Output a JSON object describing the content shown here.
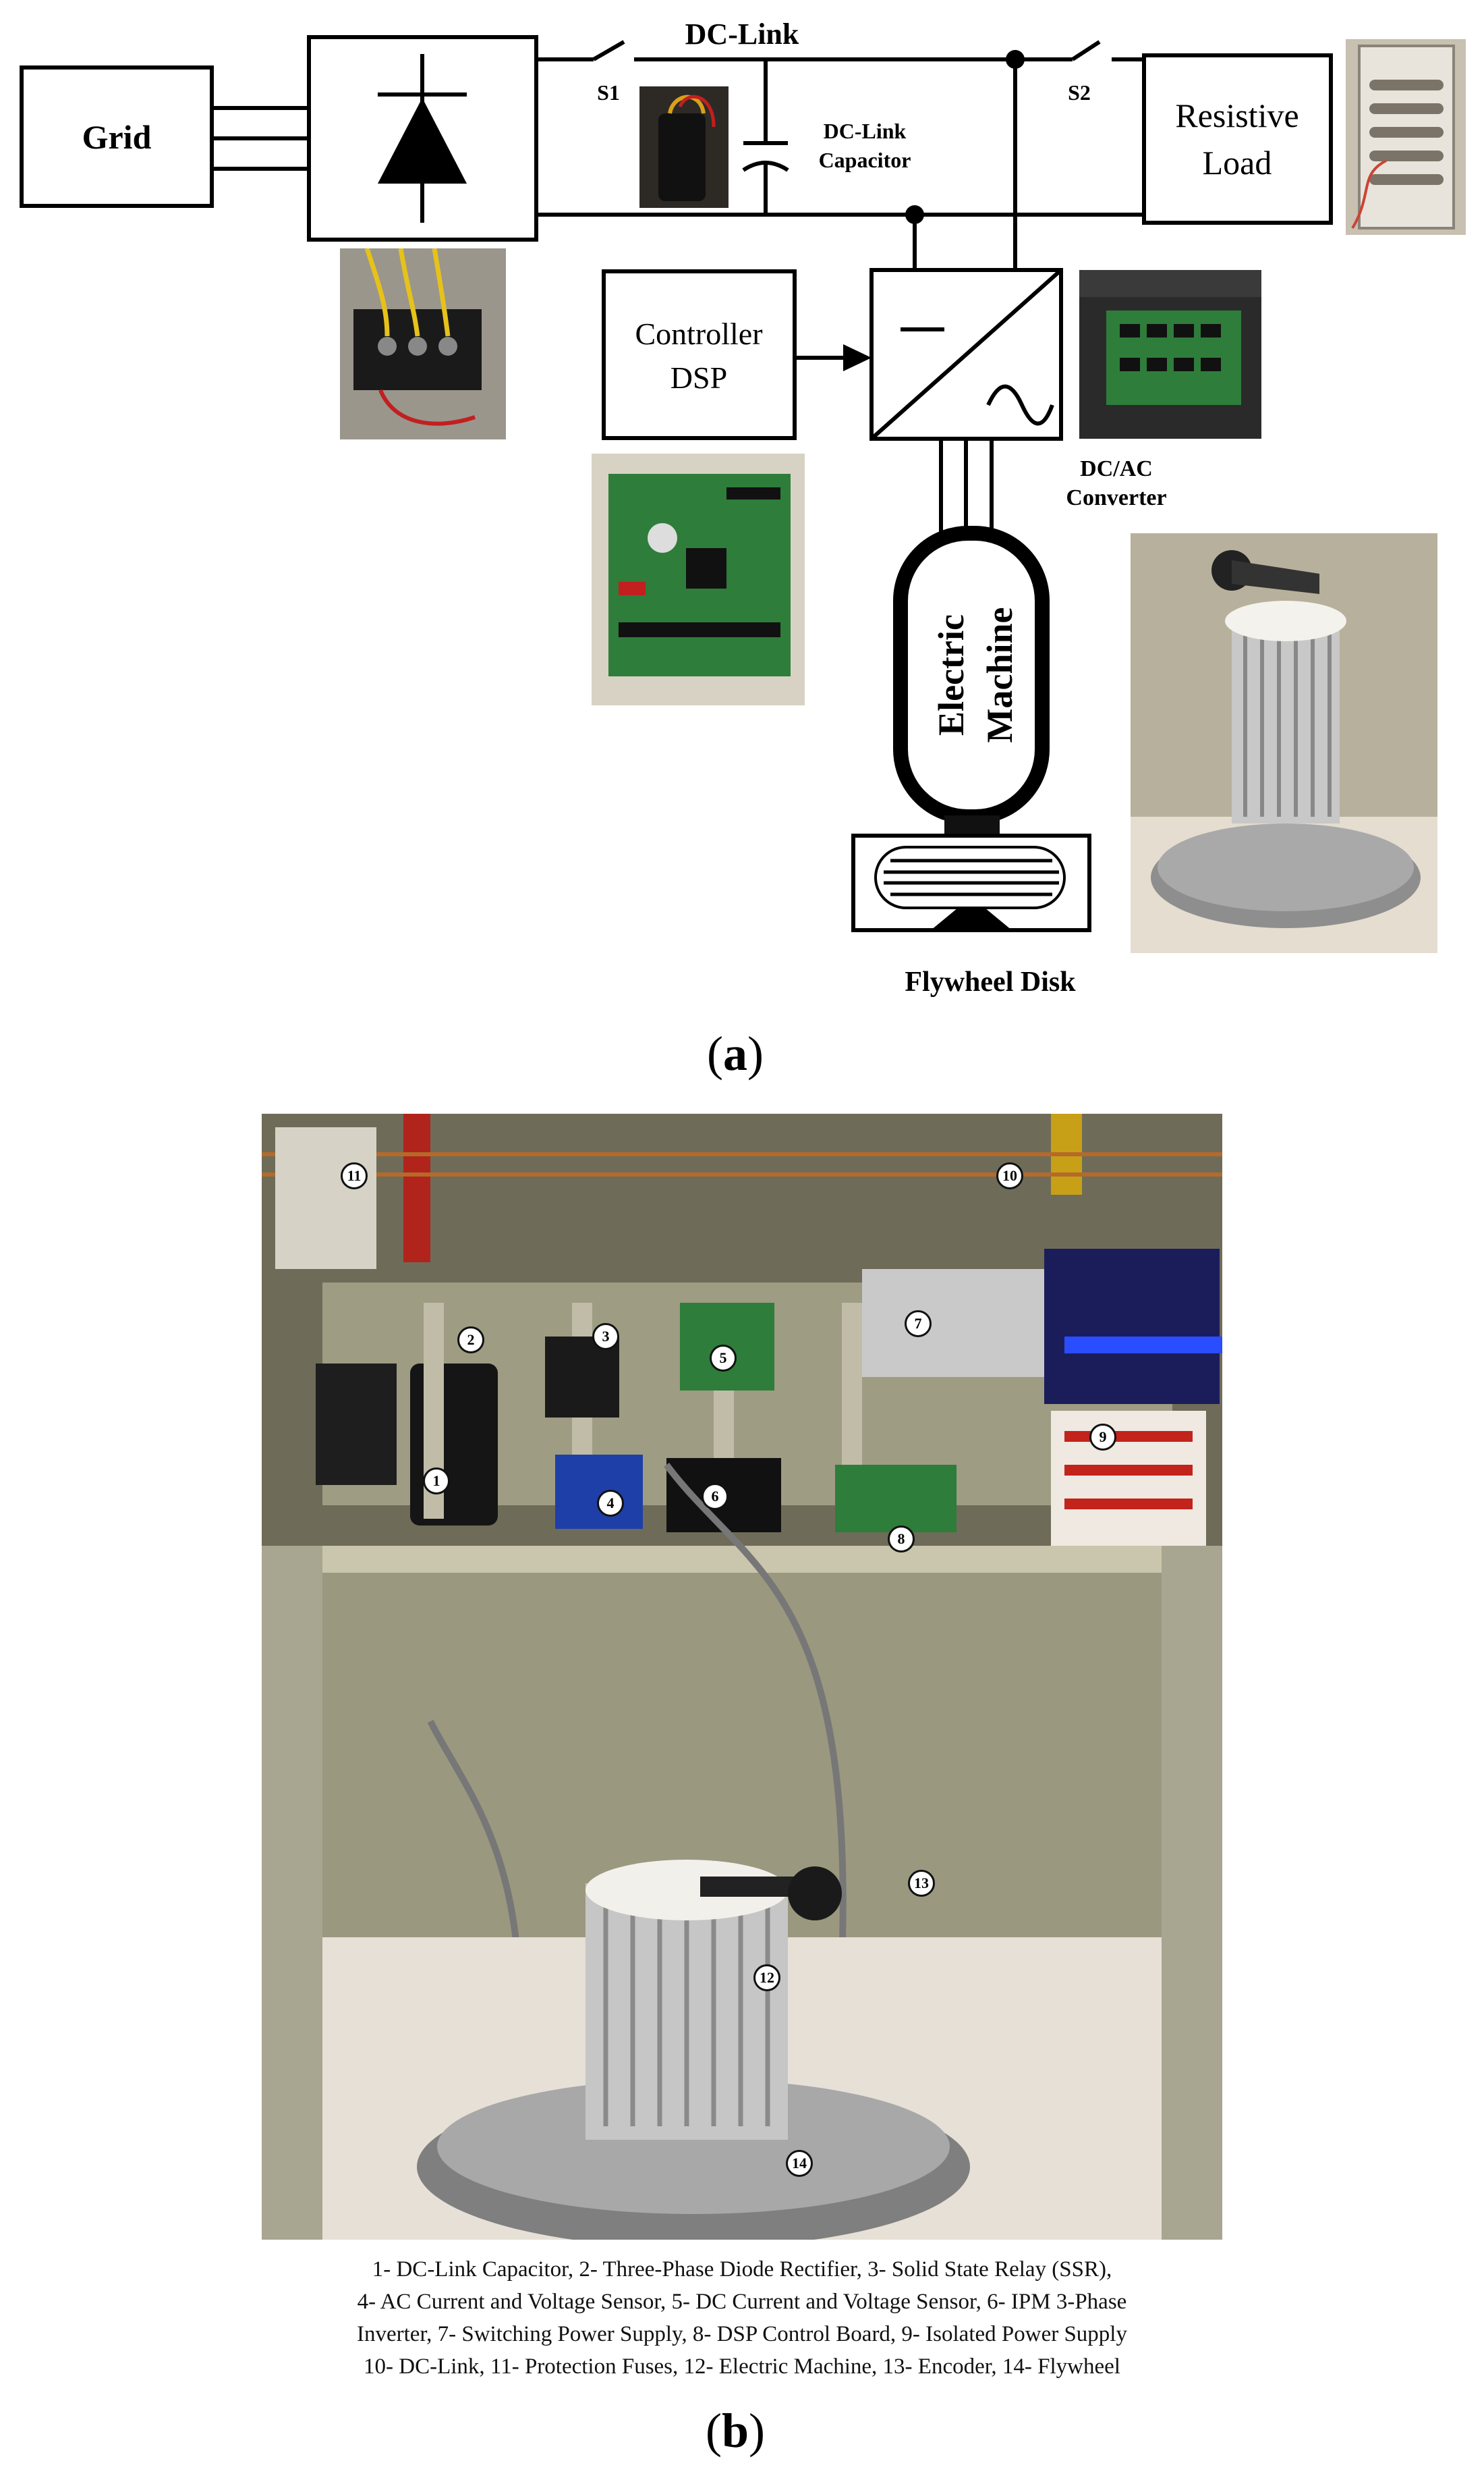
{
  "diagram": {
    "grid": "Grid",
    "dc_link": "DC-Link",
    "s1": "S1",
    "s2": "S2",
    "capacitor_line1": "DC-Link",
    "capacitor_line2": "Capacitor",
    "resistive_line1": "Resistive",
    "resistive_line2": "Load",
    "controller_line1": "Controller",
    "controller_line2": "DSP",
    "converter_line1": "DC/AC",
    "converter_line2": "Converter",
    "machine_line1": "Electric",
    "machine_line2": "Machine",
    "flywheel": "Flywheel Disk"
  },
  "labels": {
    "a": "a",
    "b": "b"
  },
  "photo_b": {
    "badges": [
      "1",
      "2",
      "3",
      "4",
      "5",
      "6",
      "7",
      "8",
      "9",
      "10",
      "11",
      "12",
      "13",
      "14"
    ]
  },
  "caption": {
    "line1": "1- DC-Link Capacitor, 2- Three-Phase Diode Rectifier, 3- Solid State Relay (SSR),",
    "line2": "4- AC Current and Voltage Sensor, 5- DC Current and Voltage Sensor, 6- IPM 3-Phase",
    "line3": "Inverter, 7- Switching Power Supply, 8- DSP Control Board, 9- Isolated Power Supply",
    "line4": "10- DC-Link, 11- Protection Fuses, 12- Electric Machine, 13- Encoder, 14- Flywheel"
  },
  "colors": {
    "line": "#000000",
    "cabinet": "#b3b08e",
    "cabinet_dark": "#5c5a48",
    "pcb_green": "#2e7d3a",
    "floor": "#e9e4dc",
    "led_blue": "#2a4dff"
  }
}
